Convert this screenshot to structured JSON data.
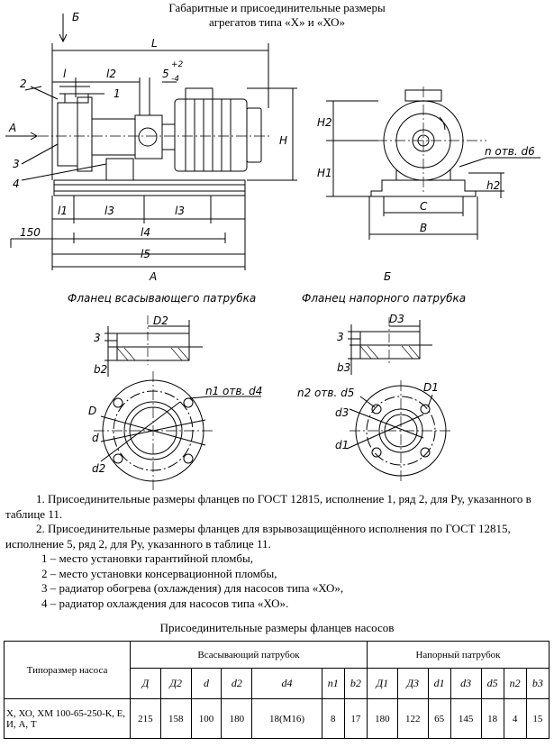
{
  "title": {
    "line1": "Габаритные и присоединительные размеры",
    "line2": "агрегатов типа «Х» и «ХО»"
  },
  "drawing": {
    "labels": {
      "B_view": "Б",
      "L": "L",
      "l": "l",
      "l2": "l2",
      "tol": "5",
      "tol_plus": "+2",
      "tol_minus": "-4",
      "n1": "1",
      "n2": "2",
      "n3": "3",
      "n4": "4",
      "A_arrow": "А",
      "H": "H",
      "H1": "H1",
      "H2": "H2",
      "h2": "h2",
      "holes": "n отв. d6",
      "C": "C",
      "B": "B",
      "l1": "l1",
      "l3a": "l3",
      "l3b": "l3",
      "d150": "150",
      "l4": "l4",
      "l5": "l5",
      "A_bottom": "А",
      "B_bottom": "Б"
    },
    "flange_suction": {
      "caption": "Фланец всасывающего патрубка",
      "D2": "D2",
      "dim3": "3",
      "b2": "b2",
      "holes": "n1 отв. d4",
      "D": "D",
      "d": "d",
      "d2": "d2"
    },
    "flange_discharge": {
      "caption": "Фланец напорного патрубка",
      "D3": "D3",
      "dim3": "3",
      "b3": "b3",
      "holes": "n2 отв. d5",
      "D1": "D1",
      "d3": "d3",
      "d1": "d1"
    }
  },
  "notes": {
    "note1": "1. Присоединительные размеры фланцев по ГОСТ 12815, исполнение 1, ряд 2, для Ру, указанного в таблице 11.",
    "note2": "2. Присоединительные размеры фланцев для взрывозащищённого исполнения по ГОСТ 12815, исполнение 5, ряд 2, для Ру, указанного в таблице 11.",
    "item1": "1 – место установки гарантийной пломбы,",
    "item2": "2 – место установки консервационной пломбы,",
    "item3": "3 – радиатор обогрева (охлаждения) для насосов типа «ХО»,",
    "item4": "4 – радиатор  охлаждения для насосов типа «ХО»."
  },
  "table": {
    "caption": "Присоединительные размеры фланцев насосов",
    "col_type": "Типоразмер насоса",
    "group_suction": "Всасывающий патрубок",
    "group_discharge": "Напорный патрубок",
    "headers": [
      "Д",
      "Д2",
      "d",
      "d2",
      "d4",
      "n1",
      "b2",
      "Д1",
      "Д3",
      "d1",
      "d3",
      "d5",
      "n2",
      "b3"
    ],
    "rows": [
      {
        "type": "Х, ХО, ХМ 100-65-250-К, Е, И, А, Т",
        "values": [
          "215",
          "158",
          "100",
          "180",
          "18(М16)",
          "8",
          "17",
          "180",
          "122",
          "65",
          "145",
          "18",
          "4",
          "15"
        ]
      }
    ]
  }
}
